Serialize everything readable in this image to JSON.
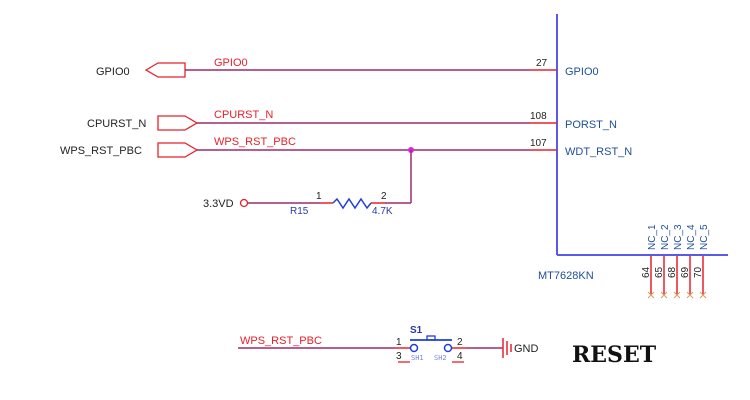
{
  "schematic": {
    "title": "RESET",
    "chip": {
      "part": "MT7628KN",
      "pins": [
        {
          "number": "27",
          "name": "GPIO0"
        },
        {
          "number": "108",
          "name": "PORST_N"
        },
        {
          "number": "107",
          "name": "WDT_RST_N"
        }
      ],
      "nc_pins": [
        {
          "number": "64",
          "name": "NC_1"
        },
        {
          "number": "65",
          "name": "NC_2"
        },
        {
          "number": "68",
          "name": "NC_3"
        },
        {
          "number": "69",
          "name": "NC_4"
        },
        {
          "number": "70",
          "name": "NC_5"
        }
      ]
    },
    "ports": [
      {
        "label": "GPIO0",
        "net": "GPIO0"
      },
      {
        "label": "CPURST_N",
        "net": "CPURST_N"
      },
      {
        "label": "WPS_RST_PBC",
        "net": "WPS_RST_PBC"
      }
    ],
    "resistor": {
      "ref": "R15",
      "value": "4.7K",
      "pin1": "1",
      "pin2": "2",
      "supply": "3.3VD"
    },
    "switch": {
      "ref": "S1",
      "net": "WPS_RST_PBC",
      "pins": [
        "1",
        "2",
        "3",
        "4"
      ],
      "sub_labels": [
        "SH1",
        "SH2"
      ],
      "ground": "GND"
    },
    "colors": {
      "wire": "#9b2d6a",
      "pin_line": "#e8202a",
      "chip_border": "#5a5ae8",
      "resistor": "#1f3fd6",
      "junction": "#e020e0"
    }
  }
}
